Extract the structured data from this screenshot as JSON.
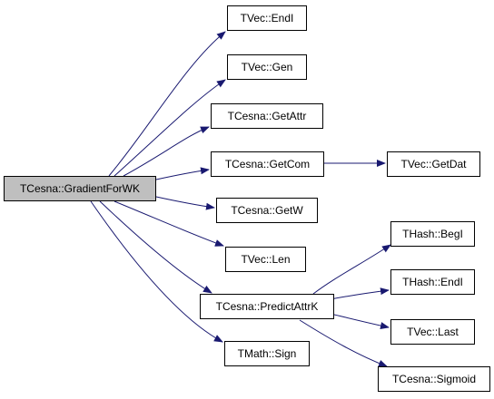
{
  "graph": {
    "root": "TCesna::GradientForWK",
    "nodes": [
      "TVec::EndI",
      "TVec::Gen",
      "TCesna::GetAttr",
      "TCesna::GetCom",
      "TVec::GetDat",
      "TCesna::GetW",
      "TVec::Len",
      "TCesna::PredictAttrK",
      "THash::BegI",
      "THash::EndI",
      "TVec::Last",
      "TCesna::Sigmoid",
      "TMath::Sign"
    ],
    "edge_color": "#191970",
    "root_fill": "#bfbfbf"
  }
}
